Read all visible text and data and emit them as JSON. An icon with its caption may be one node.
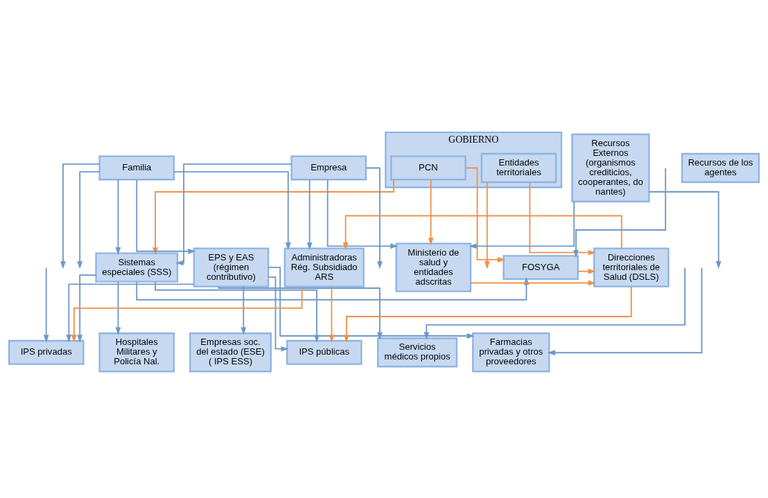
{
  "diagram": {
    "nodes": [
      {
        "text": [
          "GOBIERNO"
        ]
      },
      {
        "text": [
          "PCN"
        ],
        "in": 0
      },
      {
        "text": [
          "Entidades territoriales"
        ],
        "in": 0
      },
      {
        "text": [
          "Familia"
        ]
      },
      {
        "text": [
          "Empresa"
        ]
      },
      {
        "text": [
          "Recursos Externos (organismos crediticios, cooperantes, do nantes)"
        ]
      },
      {
        "text": [
          "Recursos de los agentes"
        ]
      },
      {
        "text": [
          "Sistemas especiales (SSS)"
        ]
      },
      {
        "text": [
          "EPS y EAS (régimen contributivo)"
        ]
      },
      {
        "text": [
          "Administradoras Rég. Subsidiado ARS"
        ]
      },
      {
        "text": [
          "Ministerio de salud y entidades adscritas"
        ]
      },
      {
        "text": [
          "FOSYGA"
        ]
      },
      {
        "text": [
          "Direcciones territoriales de Salud (DSLS)"
        ]
      },
      {
        "text": [
          "IPS privadas"
        ]
      },
      {
        "text": [
          "Hospitales Militares y Policía Nal."
        ]
      },
      {
        "text": [
          "Empresas soc. del estado (ESE) ( IPS ESS)"
        ]
      },
      {
        "text": [
          "IPS públicas"
        ]
      },
      {
        "text": [
          "Servicios médicos propios"
        ]
      },
      {
        "text": [
          "Farmacias privadas y otros proveedores"
        ]
      }
    ],
    "edges": [
      {
        "from": 3,
        "to": null,
        "arrow": "to"
      },
      {
        "from": 3,
        "to": 7,
        "arrow": "to"
      },
      {
        "from": 3,
        "to": 8,
        "arrow": "to"
      },
      {
        "from": 3,
        "to": 9,
        "arrow": "to"
      },
      {
        "from": 3,
        "to": null,
        "arrow": "to"
      },
      {
        "from": 4,
        "to": null,
        "arrow": "to"
      },
      {
        "from": 4,
        "to": 7,
        "arrow": "to"
      },
      {
        "from": 4,
        "to": 9,
        "arrow": "to"
      },
      {
        "from": 4,
        "to": 10,
        "arrow": "to"
      },
      {
        "from": 1,
        "to": 7,
        "arrow": "to",
        "color": "#f0914a"
      },
      {
        "from": 1,
        "to": 10,
        "arrow": "to",
        "color": "#f0914a"
      },
      {
        "from": 1,
        "to": 11,
        "arrow": "to",
        "color": "#f0914a"
      },
      {
        "from": 2,
        "to": 12,
        "arrow": "to",
        "color": "#f0914a"
      },
      {
        "from": 2,
        "to": null,
        "arrow": "to",
        "color": "#f0914a"
      },
      {
        "from": 5,
        "to": 10,
        "arrow": "to"
      },
      {
        "from": 5,
        "to": null,
        "arrow": "to"
      },
      {
        "from": null,
        "to": 13,
        "arrow": "to"
      },
      {
        "from": null,
        "to": 11,
        "arrow": "to"
      },
      {
        "from": 7,
        "to": 13,
        "arrow": "to"
      },
      {
        "from": 7,
        "to": 16,
        "arrow": "to"
      },
      {
        "from": 7,
        "to": 11,
        "arrow": "to"
      },
      {
        "from": 7,
        "to": 14,
        "arrow": "to"
      },
      {
        "from": 8,
        "to": 13,
        "arrow": "to"
      },
      {
        "from": 8,
        "to": 16,
        "arrow": "to"
      },
      {
        "from": 8,
        "to": 17,
        "arrow": "to"
      },
      {
        "from": 8,
        "to": 18,
        "arrow": "to"
      },
      {
        "from": 8,
        "to": 15,
        "arrow": "to"
      },
      {
        "from": 9,
        "to": 13,
        "arrow": "to",
        "color": "#f0914a"
      },
      {
        "from": 9,
        "to": 16,
        "arrow": "to",
        "color": "#f0914a"
      },
      {
        "from": 12,
        "to": 9,
        "arrow": "to",
        "color": "#f0914a"
      },
      {
        "from": 10,
        "to": 12,
        "arrow": "to",
        "color": "#f0914a"
      },
      {
        "from": 11,
        "to": 12,
        "arrow": "to",
        "color": "#f0914a"
      },
      {
        "from": 12,
        "to": 16,
        "arrow": "to",
        "color": "#f0914a"
      },
      {
        "from": null,
        "to": 17,
        "arrow": "to"
      },
      {
        "from": null,
        "to": 18,
        "arrow": "to"
      }
    ]
  }
}
